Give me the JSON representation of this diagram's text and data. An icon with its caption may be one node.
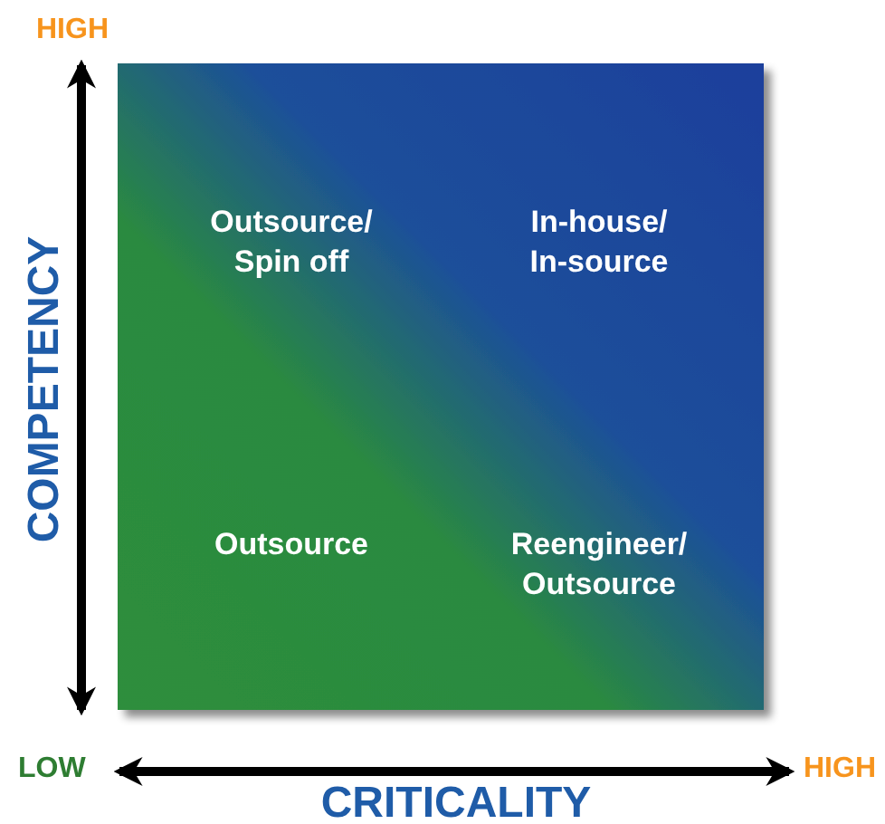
{
  "diagram": {
    "nodes": [
      {
        "text": [],
        "shape": "box"
      },
      {
        "text": [
          "Outsource/ Spin off"
        ],
        "in": 0
      },
      {
        "text": [
          "In-house/ In-source"
        ],
        "in": 0
      },
      {
        "text": [
          "Outsource"
        ],
        "in": 0
      },
      {
        "text": [
          "Reengineer/ Outsource"
        ],
        "in": 0
      }
    ],
    "labels": [
      "HIGH",
      "COMPETENCY",
      "LOW",
      "HIGH",
      "CRITICALITY"
    ]
  }
}
